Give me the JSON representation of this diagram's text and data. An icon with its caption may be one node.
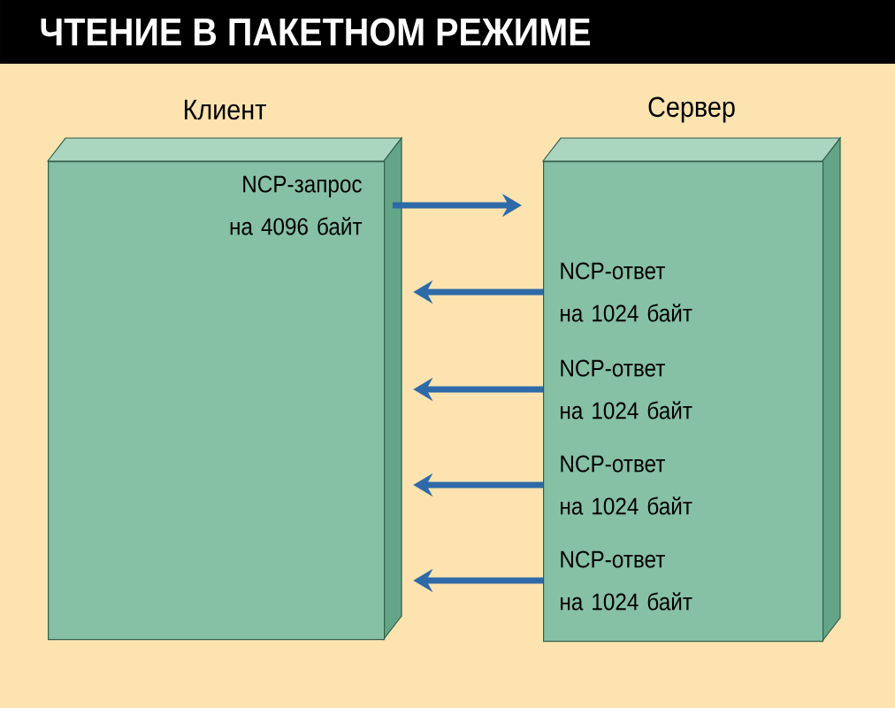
{
  "diagram": {
    "title": "ЧТЕНИЕ В ПАКЕТНОМ РЕЖИМЕ",
    "nodes": [
      {
        "text": [
          "Клиент"
        ]
      },
      {
        "text": [
          "Сервер"
        ]
      },
      {
        "text": [
          "NCP-запрос на 4096 байт"
        ],
        "in": 0
      },
      {
        "text": [
          "NCP-ответ на 1024 байт"
        ],
        "in": 1
      },
      {
        "text": [
          "NCP-ответ на 1024 байт"
        ],
        "in": 1
      },
      {
        "text": [
          "NCP-ответ на 1024 байт"
        ],
        "in": 1
      },
      {
        "text": [
          "NCP-ответ на 1024 байт"
        ],
        "in": 1
      }
    ],
    "edges": [
      {
        "from": 2,
        "to": 1,
        "arrow": "to"
      },
      {
        "from": 3,
        "to": 0,
        "arrow": "to"
      },
      {
        "from": 4,
        "to": 0,
        "arrow": "to"
      },
      {
        "from": 5,
        "to": 0,
        "arrow": "to"
      },
      {
        "from": 6,
        "to": 0,
        "arrow": "to"
      }
    ]
  }
}
